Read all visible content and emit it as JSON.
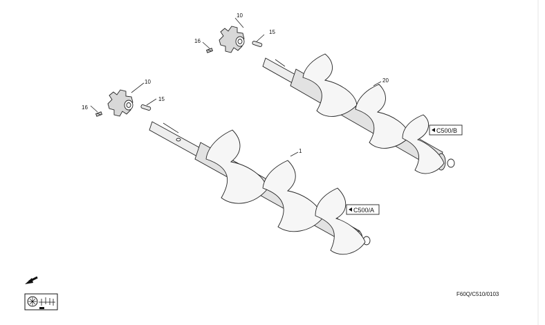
{
  "diagram": {
    "callouts": {
      "top_sprocket": "10",
      "top_key": "15",
      "top_screw": "16",
      "top_auger": "20",
      "bottom_sprocket": "10",
      "bottom_key": "15",
      "bottom_screw": "16",
      "bottom_auger": "1"
    },
    "references": {
      "top": "C500/B",
      "bottom": "C500/A"
    },
    "drawing_code": "F60Q/C510/0103"
  }
}
